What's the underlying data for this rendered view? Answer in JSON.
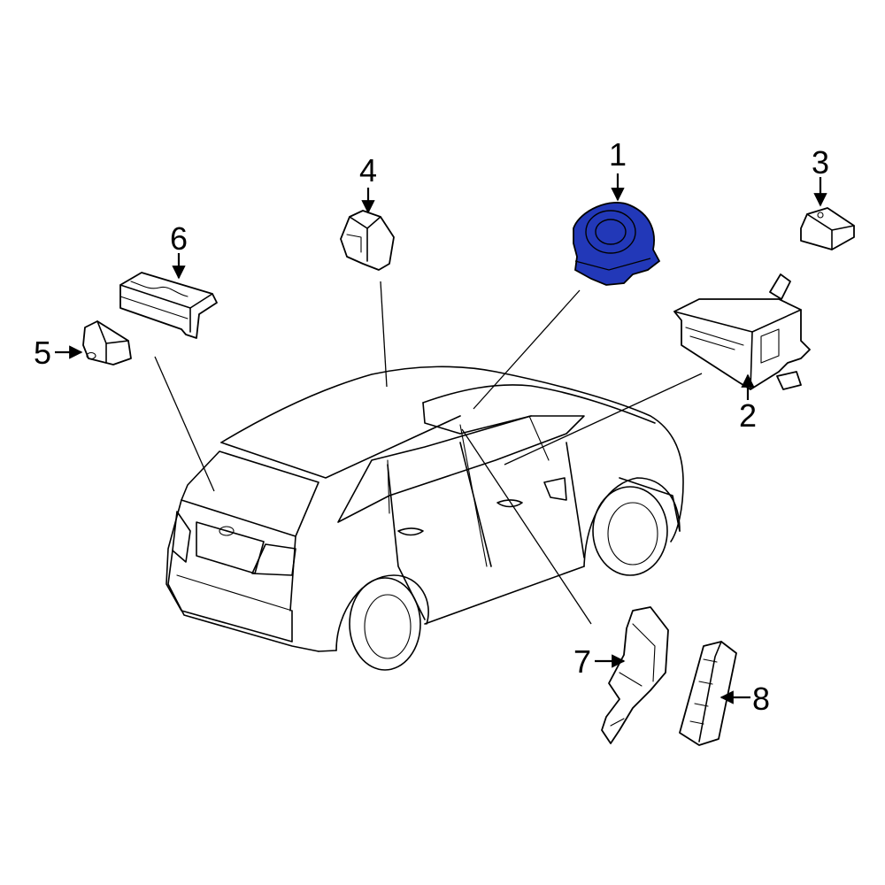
{
  "colors": {
    "highlight": "#2238b8",
    "line": "#000000",
    "background": "#ffffff"
  },
  "callouts": {
    "c1": "1",
    "c2": "2",
    "c3": "3",
    "c4": "4",
    "c5": "5",
    "c6": "6",
    "c7": "7",
    "c8": "8"
  },
  "highlighted_part": "1"
}
